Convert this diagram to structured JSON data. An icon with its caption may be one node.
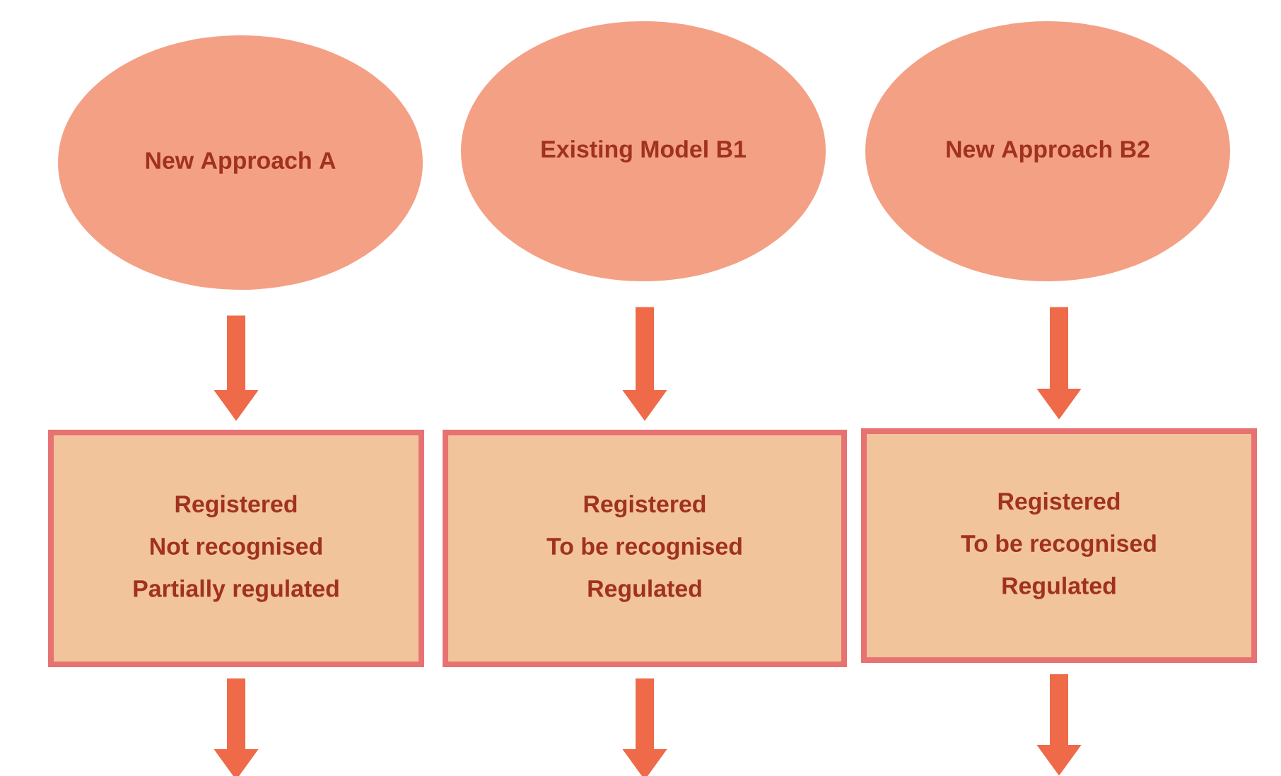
{
  "diagram": {
    "nodes": [
      {
        "text": [
          "New Approach A"
        ]
      },
      {
        "text": [
          "Existing Model B1"
        ]
      },
      {
        "text": [
          "New Approach B2"
        ]
      },
      {
        "text": [
          "Registered",
          "Not recognised",
          "Partially regulated"
        ]
      },
      {
        "text": [
          "Registered",
          "To be recognised",
          "Regulated"
        ]
      },
      {
        "text": [
          "Registered",
          "To be recognised",
          "Regulated"
        ]
      }
    ],
    "edges": [
      {
        "from": 0,
        "to": 3,
        "arrow": "to"
      },
      {
        "from": 1,
        "to": 4,
        "arrow": "to"
      },
      {
        "from": 2,
        "to": 5,
        "arrow": "to"
      },
      {
        "from": 3,
        "to": null,
        "arrow": "to"
      },
      {
        "from": 4,
        "to": null,
        "arrow": "to"
      },
      {
        "from": 5,
        "to": null,
        "arrow": "to"
      }
    ]
  }
}
